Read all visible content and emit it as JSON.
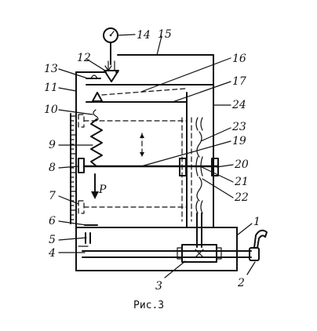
{
  "figure": {
    "caption": "Рис.3",
    "labels": {
      "l1": "1",
      "l2": "2",
      "l3": "3",
      "l4": "4",
      "l5": "5",
      "l6": "6",
      "l7": "7",
      "l8": "8",
      "l9": "9",
      "l10": "10",
      "l11": "11",
      "l12": "12",
      "l13": "13",
      "l14": "14",
      "l15": "15",
      "l16": "16",
      "l17": "17",
      "l19": "19",
      "l20": "20",
      "l21": "21",
      "l22": "22",
      "l23": "23",
      "l24": "24",
      "force": "P"
    }
  }
}
